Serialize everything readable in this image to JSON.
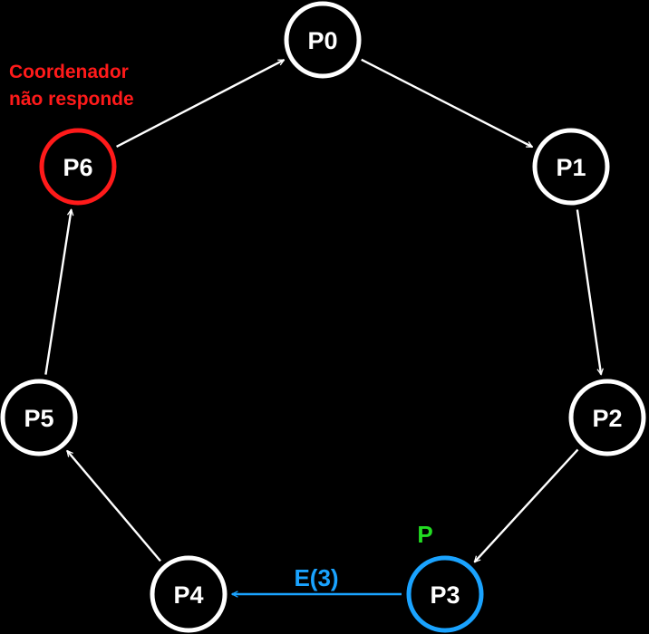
{
  "colors": {
    "background": "#000000",
    "node_default": "#ffffff",
    "node_failed": "#ff1a1a",
    "node_initiator": "#1aa3ff",
    "arrow_default": "#ffffff",
    "arrow_election": "#1aa3ff",
    "initiator_marker": "#22dd22",
    "failure_text": "#ff1a1a",
    "election_text": "#1aa3ff"
  },
  "nodes": [
    {
      "id": "P0",
      "label": "P0",
      "state": "normal"
    },
    {
      "id": "P1",
      "label": "P1",
      "state": "normal"
    },
    {
      "id": "P2",
      "label": "P2",
      "state": "normal"
    },
    {
      "id": "P3",
      "label": "P3",
      "state": "initiator"
    },
    {
      "id": "P4",
      "label": "P4",
      "state": "normal"
    },
    {
      "id": "P5",
      "label": "P5",
      "state": "normal"
    },
    {
      "id": "P6",
      "label": "P6",
      "state": "failed"
    }
  ],
  "edges": [
    {
      "from": "P0",
      "to": "P1",
      "kind": "ring"
    },
    {
      "from": "P1",
      "to": "P2",
      "kind": "ring"
    },
    {
      "from": "P2",
      "to": "P3",
      "kind": "ring"
    },
    {
      "from": "P3",
      "to": "P4",
      "kind": "election"
    },
    {
      "from": "P4",
      "to": "P5",
      "kind": "ring"
    },
    {
      "from": "P5",
      "to": "P6",
      "kind": "ring"
    },
    {
      "from": "P6",
      "to": "P0",
      "kind": "ring"
    }
  ],
  "annotations": {
    "failure_line1": "Coordenador",
    "failure_line2": "não responde",
    "initiator_marker": "P",
    "election_message": "E(3)"
  }
}
